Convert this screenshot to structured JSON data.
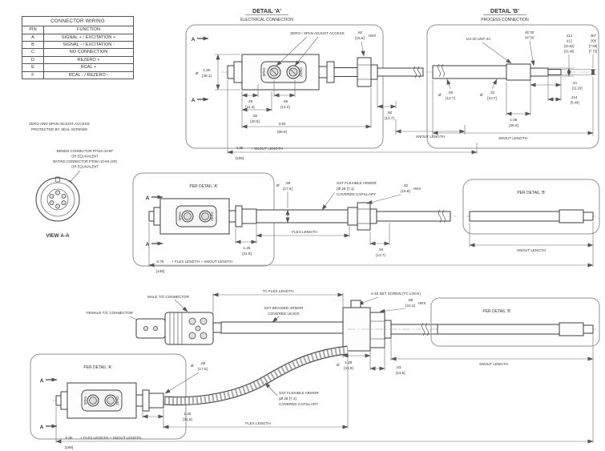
{
  "connector_table": {
    "title": "CONNECTOR WIRING",
    "col_pin": "PIN",
    "col_function": "FUNCTION",
    "rows": [
      {
        "pin": "A",
        "fn": "SIGNAL + / EXCITATION +"
      },
      {
        "pin": "B",
        "fn": "SIGNAL - / EXCITATION -"
      },
      {
        "pin": "C",
        "fn": "NO CONNECTION"
      },
      {
        "pin": "D",
        "fn": "REZERO +"
      },
      {
        "pin": "E",
        "fn": "RCAL +"
      },
      {
        "pin": "F",
        "fn": "RCAL - / REZERO -"
      }
    ]
  },
  "notes": {
    "seal_line1": "ZERO AND SPAN ADJUST ACCESS",
    "seal_line2": "PROTECTED BY SEAL SCREWS",
    "bendix_line1": "BENDIX CONNECTOR PT02A-10-6P",
    "bendix_line2": "OR EQUIVALENT",
    "bendix_line3": "MATING CONNECTOR PT06A-10-6S (SR)",
    "bendix_line4": "OR EQUIVALENT",
    "view_label": "VIEW A-A"
  },
  "common": {
    "span": "SPAN",
    "zero": "ZERO",
    "section_letter": "A",
    "dia": "Ø"
  },
  "detail_a": {
    "title": "DETAIL 'A'",
    "subtitle": "ELECTRICAL CONNECTION",
    "zero_span_label": "ZERO / SPAN ADJUST ACCESS",
    "dims": {
      "body_dia": "1.50",
      "body_dia_mm": "[38.1]",
      "d45": ".45",
      "d45_mm": "[11.4]",
      "d56": ".56",
      "d56_mm": "[14.2]",
      "d82": ".82",
      "d82_mm": "[20.9]",
      "d350": "3.50",
      "d350_mm": "[88.9]",
      "hex": ".62",
      "hex_mm": "[15.8]",
      "hex_label": "HEX",
      "d50": ".50",
      "d50_mm": "[12.7]",
      "snout": "SNOUT LENGTH",
      "total": "4.25",
      "total_mm": "[108]",
      "total_suffix": "+ SNOUT LENGTH"
    }
  },
  "detail_b": {
    "title": "DETAIL 'B'",
    "subtitle": "PROCESS CONNECTION",
    "thread_label": "1/2-20 UNF-2A",
    "angle1": "45°30'",
    "angle2": "44°30'",
    "dims": {
      "d414": ".414",
      "d412": ".412",
      "d414_mm": "[10.52]",
      "d412_mm": "[10.46]",
      "d307": ".307",
      "d305": ".305",
      "d307_mm": "[7.80]",
      "d305_mm": "[7.75]",
      "d44": ".44",
      "d44_mm": "[11.18]",
      "d214": ".214",
      "d214_mm": "[5.44]",
      "d106": "1.06",
      "d106_mm": "[26.9]",
      "d50": ".50",
      "d50_mm": "[12.7]",
      "d42": ".42",
      "d42_mm": "[10.7]",
      "snout": "SNOUT LENGTH"
    }
  },
  "mid": {
    "per_a": "PER DETAIL 'A'",
    "per_b": "PER DETAIL 'B'",
    "armor_line1": "SST FLEXIBLE ARMOR",
    "armor_line2": "(Ø.28 [7.1]",
    "armor_line3": "COVERED CAPILLARY",
    "dims": {
      "d69": ".69",
      "d69_mm": "[17.5]",
      "hex": ".62",
      "hex_mm": "[15.8]",
      "hex_label": "HEX",
      "d125": "1.25",
      "d125_mm": "[31.8]",
      "flex": "FLEX LENGTH",
      "d50": ".50",
      "d50_mm": "[12.7]",
      "snout": "SNOUT LENGTH",
      "total": "5.75",
      "total_mm": "[146]",
      "total_suffix": "+ FLEX LENGTH + SNOUT LENGTH"
    }
  },
  "bot": {
    "male_tc": "MALE T/C CONNECTOR",
    "female_tc": "FEMALE T/C CONNECTOR",
    "tc_flex": "TC FLEX LENGTH",
    "braid_line1": "SST BRAIDED ARMOR",
    "braid_line2": "COVERED LEADS",
    "set_screw": "4-40 SET SCREW (TC LOCK)",
    "per_a": "PER DETAIL 'A'",
    "per_b": "PER DETAIL 'B'",
    "armor_line1": "SST FLEXIBLE ARMOR",
    "armor_line2": "(Ø.28 [7.1]",
    "armor_line3": "COVERED CAPILLARY",
    "dims": {
      "hex": ".88",
      "hex_mm": "[22.4]",
      "hex_label": "HEX",
      "head_dia": "1.25",
      "head_dia_mm": "[31.8]",
      "d53": ".53",
      "d53_mm": "[13.5]",
      "snout": "SNOUT LENGTH",
      "d69": ".69",
      "d69_mm": "[17.5]",
      "d125": "1.25",
      "d125_mm": "[31.8]",
      "flex": "FLEX LENGTH",
      "total": "6.65",
      "total_mm": "[169]",
      "total_suffix": "+ FLEX LENGTH + SNOUT LENGTH"
    }
  }
}
